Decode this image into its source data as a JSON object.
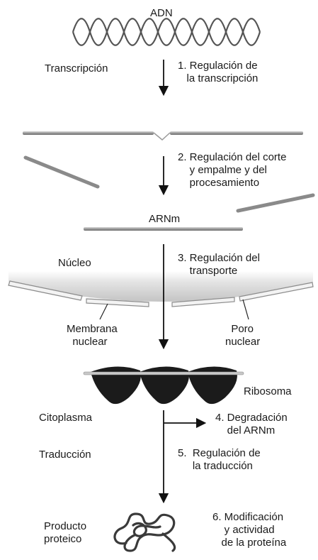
{
  "labels": {
    "adn": "ADN",
    "transcripcion": "Transcripción",
    "step1": "1. Regulación de\n   la transcripción",
    "step2": "2. Regulación del corte\n    y empalme y del\n    procesamiento",
    "arnm": "ARNm",
    "nucleo": "Núcleo",
    "step3": "3. Regulación del\n    transporte",
    "membrana": "Membrana\n  nuclear",
    "poro": "  Poro\nnuclear",
    "ribosoma": "Ribosoma",
    "citoplasma": "Citoplasma",
    "step4": "4. Degradación\n    del ARNm",
    "traduccion": "Traducción",
    "step5": "5.  Regulación de\n     la traducción",
    "producto": "Producto\nproteico",
    "step6": "6. Modificación\n    y actividad\n   de la proteína"
  },
  "colors": {
    "rna_strand": "#a8a8a8",
    "dna_strand": "#5a5a5a",
    "ribosome": "#1b1b1b",
    "nucleus_shade": "#cfcfcf",
    "arrow": "#111111"
  }
}
